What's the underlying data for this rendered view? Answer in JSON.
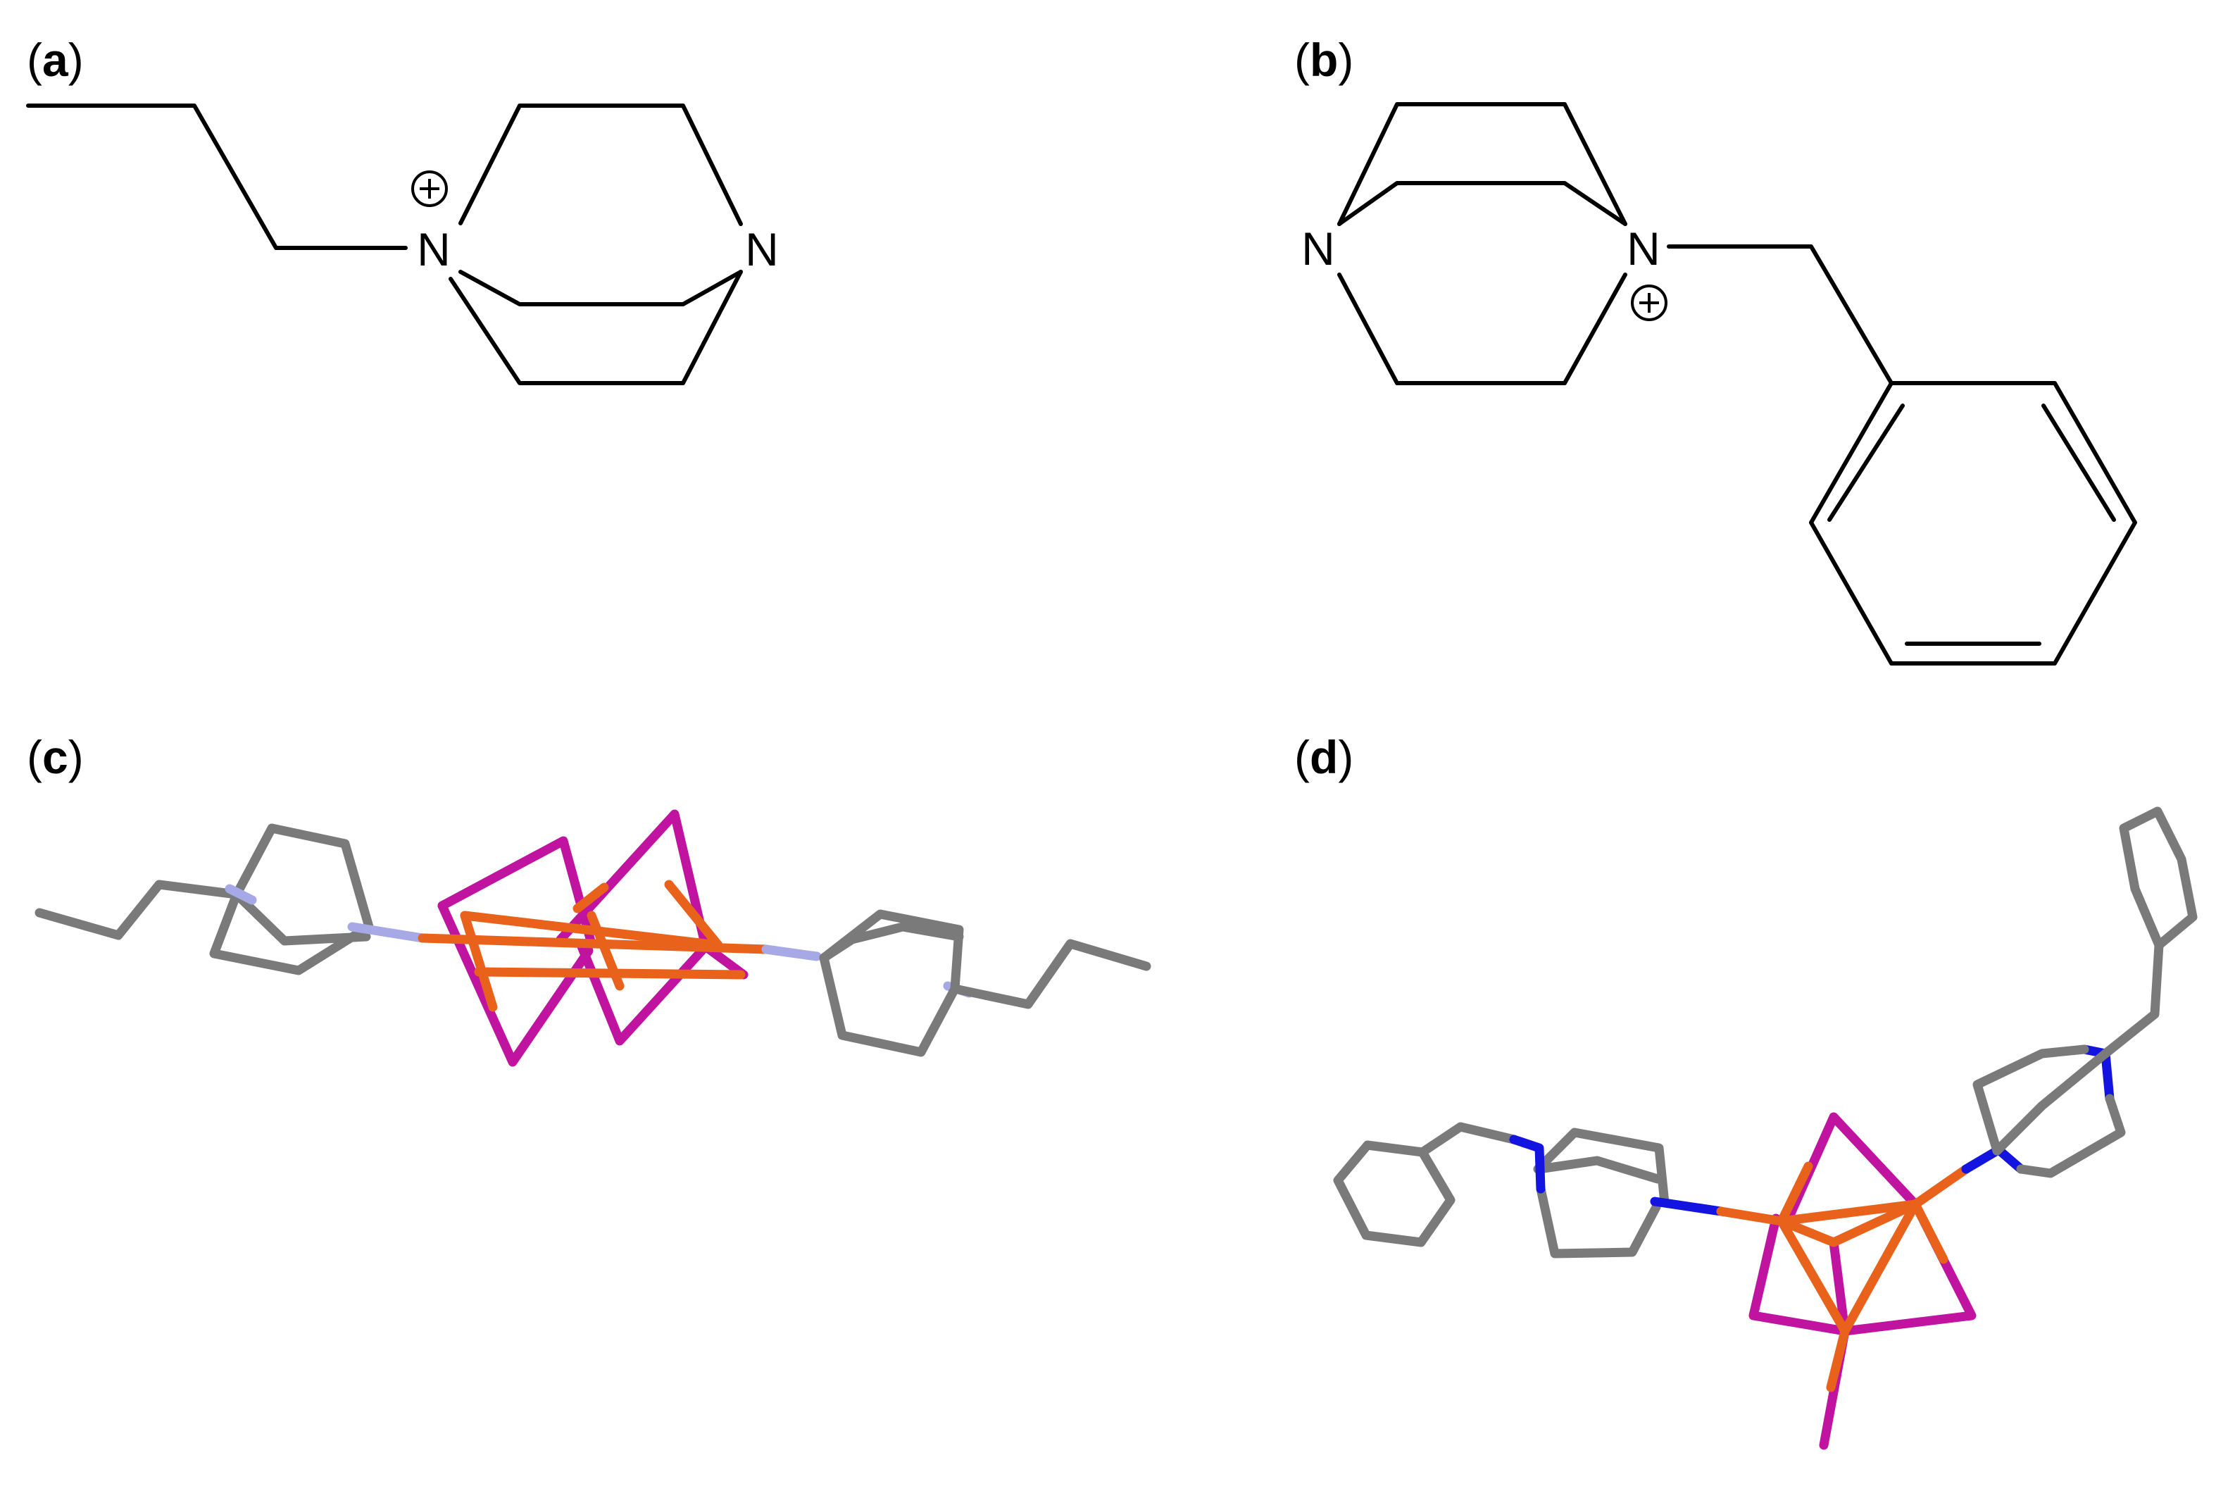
{
  "panels": {
    "a": {
      "label_open": "(",
      "label_letter": "a",
      "label_close": ")",
      "atom_n1": "N",
      "atom_n2": "N"
    },
    "b": {
      "label_open": "(",
      "label_letter": "b",
      "label_close": ")",
      "atom_n1": "N",
      "atom_n2": "N"
    },
    "c": {
      "label_open": "(",
      "label_letter": "c",
      "label_close": ")"
    },
    "d": {
      "label_open": "(",
      "label_letter": "d",
      "label_close": ")"
    }
  },
  "colors": {
    "carbon": "#7a7a7a",
    "nitrogen_c": "#a6a9e6",
    "nitrogen_d": "#1414e0",
    "copper": "#e8621c",
    "iodine": "#c0139f",
    "line": "#000000"
  },
  "icons": {
    "positive_charge": "circled-plus-icon"
  }
}
